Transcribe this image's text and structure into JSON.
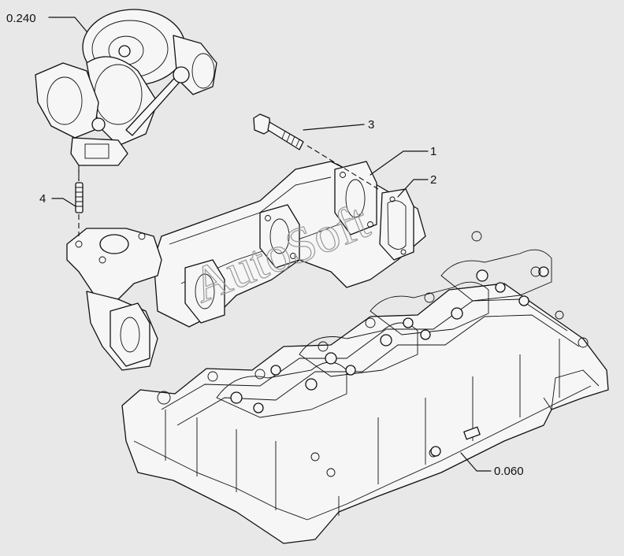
{
  "callouts": {
    "turbocharger": "0.240",
    "bolt": "3",
    "manifold": "1",
    "gasket": "2",
    "stud": "4",
    "cylinder_head": "0.060"
  },
  "watermark": "AutoSoft"
}
